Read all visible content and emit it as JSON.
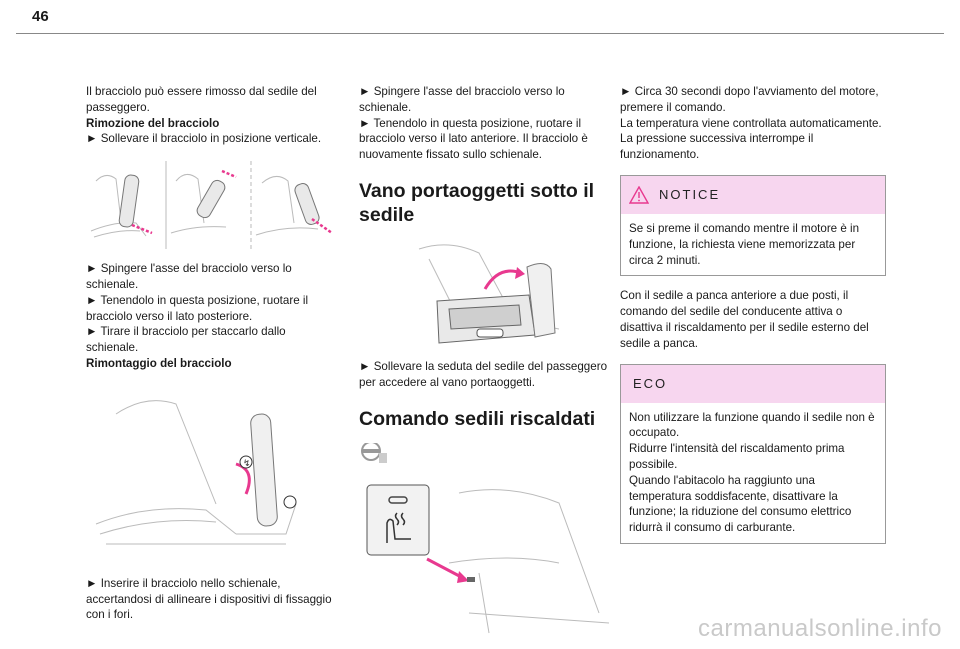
{
  "page": {
    "number": "46",
    "watermark": "carmanualsonline.info"
  },
  "col1": {
    "p1": "Il bracciolo può essere rimosso dal sedile del passeggero.",
    "h1": "Rimozione del bracciolo",
    "s1": "► Sollevare il bracciolo in posizione verticale.",
    "s2": "► Spingere l'asse del bracciolo verso lo schienale.",
    "s3": "► Tenendolo in questa posizione, ruotare il bracciolo verso il lato posteriore.",
    "s4": "► Tirare il bracciolo per staccarlo dallo schienale.",
    "h2": "Rimontaggio del bracciolo",
    "s5": "► Inserire il bracciolo nello schienale, accertandosi di allineare i dispositivi di fissaggio con i fori."
  },
  "col2": {
    "s1": "► Spingere l'asse del bracciolo verso lo schienale.",
    "s2": "► Tenendolo in questa posizione, ruotare il bracciolo verso il lato anteriore. Il bracciolo è nuovamente fissato sullo schienale.",
    "h1": "Vano portaoggetti sotto il sedile",
    "s3": "► Sollevare la seduta del sedile del passeggero per accedere al vano portaoggetti.",
    "h2": "Comando sedili riscaldati"
  },
  "col3": {
    "p1a": "► Circa 30 secondi dopo l'avviamento del motore, premere il comando.",
    "p1b": "La temperatura viene controllata automaticamente.",
    "p1c": "La pressione successiva interrompe il funzionamento.",
    "notice_title": "NOTICE",
    "notice_text": "Se si preme il comando mentre il motore è in funzione, la richiesta viene memorizzata per circa 2 minuti.",
    "p2": "Con il sedile a panca anteriore a due posti, il comando del sedile del conducente attiva o disattiva il riscaldamento per il sedile esterno del sedile a panca.",
    "eco_title": "ECO",
    "eco1": "Non utilizzare la funzione quando il sedile non è occupato.",
    "eco2": "Ridurre l'intensità del riscaldamento prima possibile.",
    "eco3": "Quando l'abitacolo ha raggiunto una temperatura soddisfacente, disattivare la funzione; la riduzione del consumo elettrico ridurrà il consumo di carburante."
  },
  "colors": {
    "accent": "#e8398f",
    "note_bg": "#f7d6ef"
  }
}
